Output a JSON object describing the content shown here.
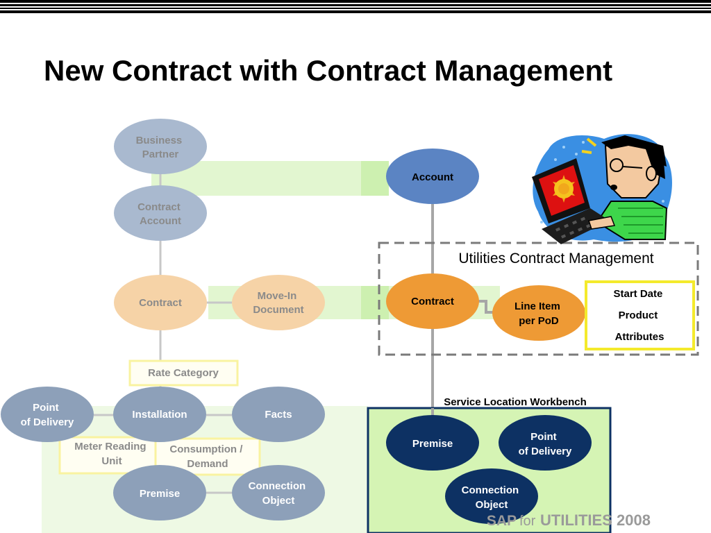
{
  "slide": {
    "title": "New Contract with Contract Management",
    "footer_brand": "SAP",
    "footer_for": "for",
    "footer_product": "UTILITIES 2008"
  },
  "left_model": {
    "business_partner": [
      "Business",
      "Partner"
    ],
    "contract_account": [
      "Contract",
      "Account"
    ],
    "contract": "Contract",
    "move_in_document": [
      "Move-In",
      "Document"
    ],
    "rate_category": "Rate Category",
    "point_of_delivery": [
      "Point",
      "of Delivery"
    ],
    "installation": "Installation",
    "facts": "Facts",
    "meter_reading_unit": [
      "Meter Reading",
      "Unit"
    ],
    "consumption_demand": [
      "Consumption /",
      "Demand"
    ],
    "premise": "Premise",
    "connection_object": [
      "Connection",
      "Object"
    ]
  },
  "right_model": {
    "account": "Account",
    "ucm_label": "Utilities Contract Management",
    "contract": "Contract",
    "line_item_per_pod": [
      "Line Item",
      "per PoD"
    ],
    "contract_attributes": [
      "Start Date",
      "Product",
      "Attributes"
    ],
    "slw_label": "Service Location Workbench",
    "premise": "Premise",
    "point_of_delivery": [
      "Point",
      "of Delivery"
    ],
    "connection_object": [
      "Connection",
      "Object"
    ]
  },
  "colors": {
    "grey_node": "#a9b9cf",
    "grey_node_text": "#8a8a8a",
    "dark_grey_node": "#8da0b9",
    "faded_orange": "#f6d3a7",
    "faded_orange_text": "#8a8a8a",
    "account_blue": "#5b84c3",
    "contract_orange": "#ee9a35",
    "navy": "#0d3163",
    "band_green": "#e2f6d0",
    "slw_fill": "#d5f4b4",
    "yellow_border": "#f4ea2c",
    "faded_yellow_border": "#f9f3a0",
    "dash_grey": "#7a7a7a",
    "connector_grey": "#bdbdbd"
  }
}
